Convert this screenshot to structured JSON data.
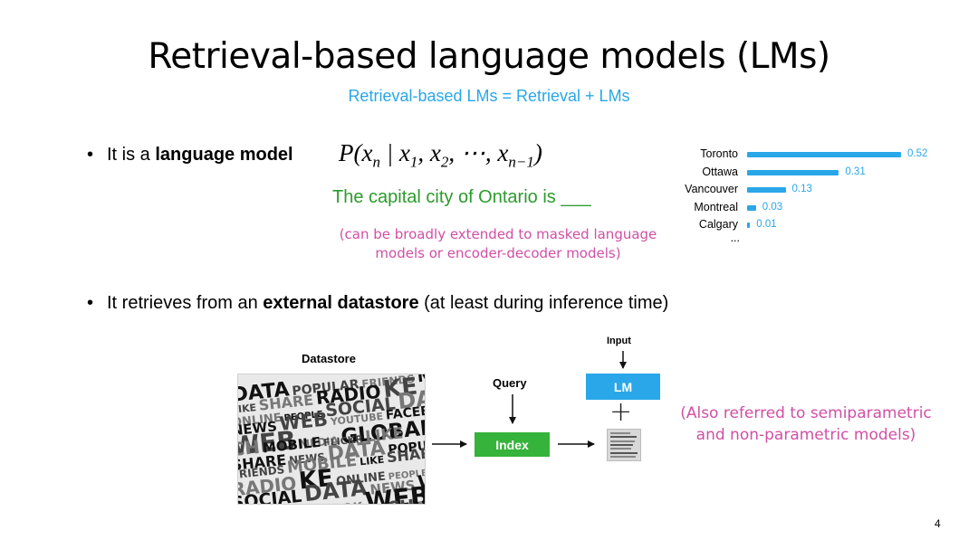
{
  "slide": {
    "title": "Retrieval-based language models (LMs)",
    "subtitle": "Retrieval-based LMs = Retrieval + LMs",
    "bullet1": {
      "prefix": "It is a ",
      "bold": "language model"
    },
    "formula": {
      "p": "P(x",
      "n": "n",
      "bar": " | x",
      "one": "1",
      "comma1": ", x",
      "two": "2",
      "dots": ", ⋯, x",
      "nm1": "n−1",
      "close": ")"
    },
    "example": "The capital city of Ontario is ___",
    "note1": [
      "(can be broadly extended to masked language",
      "models or encoder-decoder models)"
    ],
    "bullet2": {
      "prefix": "It retrieves from an ",
      "bold": "external datastore",
      "suffix": " (at least during inference time)"
    },
    "diagram": {
      "datastore_label": "Datastore",
      "query_label": "Query",
      "input_label": "Input",
      "index_label": "Index",
      "lm_label": "LM",
      "plus": "+",
      "datastore_words": [
        "DATA",
        "POPULAR",
        "FRIENDS",
        "MOBILE",
        "LIKE",
        "SHARE",
        "RADIO",
        "KE",
        "ONLINE",
        "PEOPLE",
        "SOCIAL",
        "DATA",
        "NEWS",
        "WEB",
        "YOUTUBE",
        "FACEBOOK",
        "WEB",
        "MEDIA",
        "GLOBAL",
        "FRIENDS",
        "CH",
        "MOBILE",
        "FLICKR",
        "LIKE",
        "SHARE",
        "NEWS"
      ]
    },
    "note2": [
      "(Also referred to semiparametric",
      "and non-parametric models)"
    ],
    "page_number": "4",
    "colors": {
      "accent": "#29a7e8",
      "green": "#2c9b2c",
      "index_box": "#35b33a",
      "lm_box": "#29a7e8",
      "note": "#d04fa5"
    }
  },
  "chart_data": {
    "type": "bar",
    "orientation": "horizontal",
    "categories": [
      "Toronto",
      "Ottawa",
      "Vancouver",
      "Montreal",
      "Calgary"
    ],
    "values": [
      0.52,
      0.31,
      0.13,
      0.03,
      0.01
    ],
    "value_labels": [
      "0.52",
      "0.31",
      "0.13",
      "0.03",
      "0.01"
    ],
    "trailing_label": "...",
    "xlim": [
      0,
      0.52
    ]
  }
}
